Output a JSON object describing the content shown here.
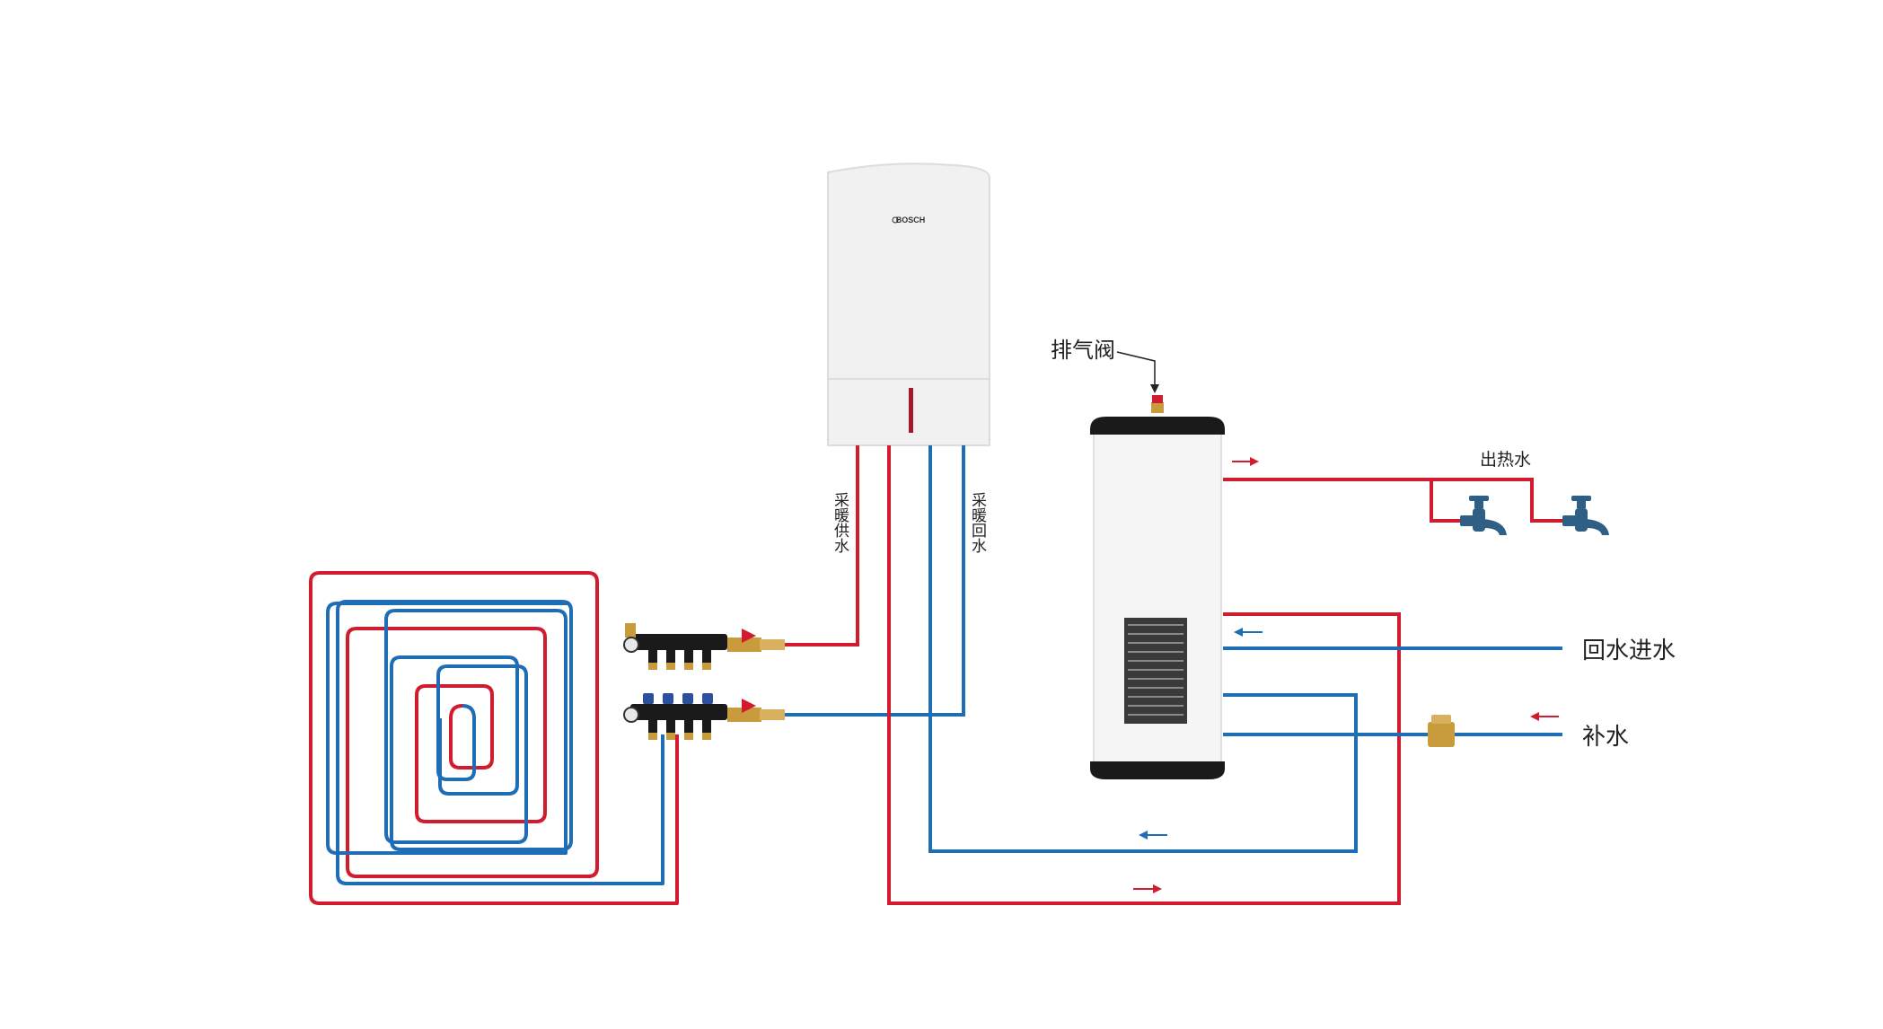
{
  "colors": {
    "supply": "#d01c2e",
    "return": "#1f6db5",
    "manifold": "#1a1a1a",
    "faucet": "#2f5f85",
    "brass": "#c89b3c",
    "boiler_body": "#f1f1f1",
    "tank_body": "#f5f5f5",
    "tank_cap": "#1a1a1a"
  },
  "boiler": {
    "brand": "BOSCH"
  },
  "labels": {
    "air_vent": "排气阀",
    "hot_water_out": "出热水",
    "heating_supply": "采暖供水",
    "heating_return": "采暖回水",
    "return_inlet": "回水进水",
    "makeup_water": "补水"
  }
}
